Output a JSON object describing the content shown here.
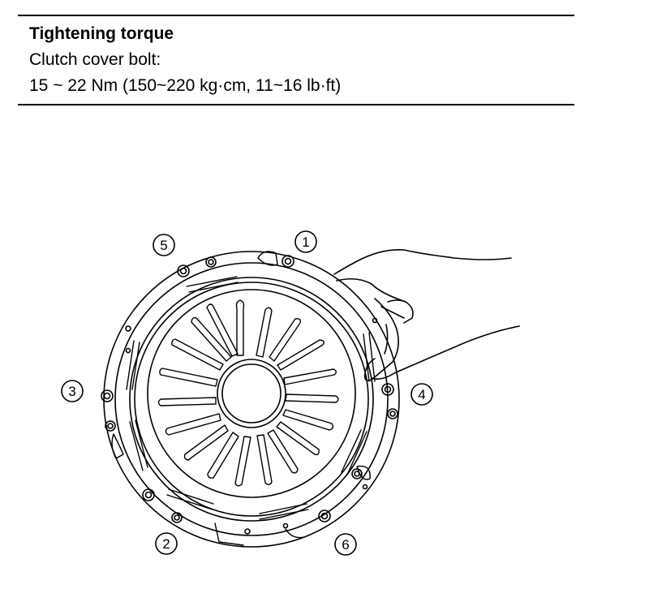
{
  "spec": {
    "title": "Tightening torque",
    "item": "Clutch cover bolt:",
    "value": "15 ~ 22 Nm (150~220 kg·cm, 11~16 lb·ft)"
  },
  "bolt_order": [
    "1",
    "2",
    "3",
    "4",
    "5",
    "6"
  ]
}
